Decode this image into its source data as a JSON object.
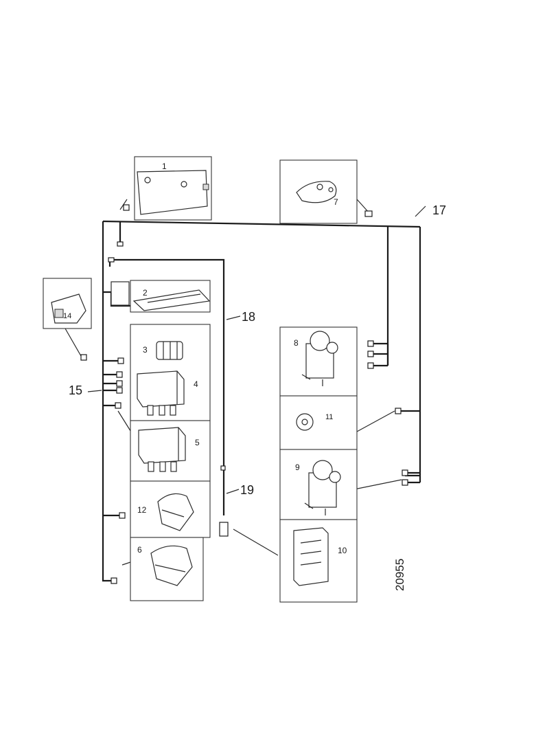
{
  "diagram": {
    "figure_number": "20955",
    "callouts": {
      "c1": "1",
      "c7": "7",
      "c2": "2",
      "c3": "3",
      "c4": "4",
      "c5": "5",
      "c12": "12",
      "c6": "6",
      "c14": "14",
      "c15": "15",
      "c17": "17",
      "c18": "18",
      "c19": "19",
      "c8a": "8",
      "c11": "11",
      "c9": "9",
      "c10": "10"
    }
  }
}
